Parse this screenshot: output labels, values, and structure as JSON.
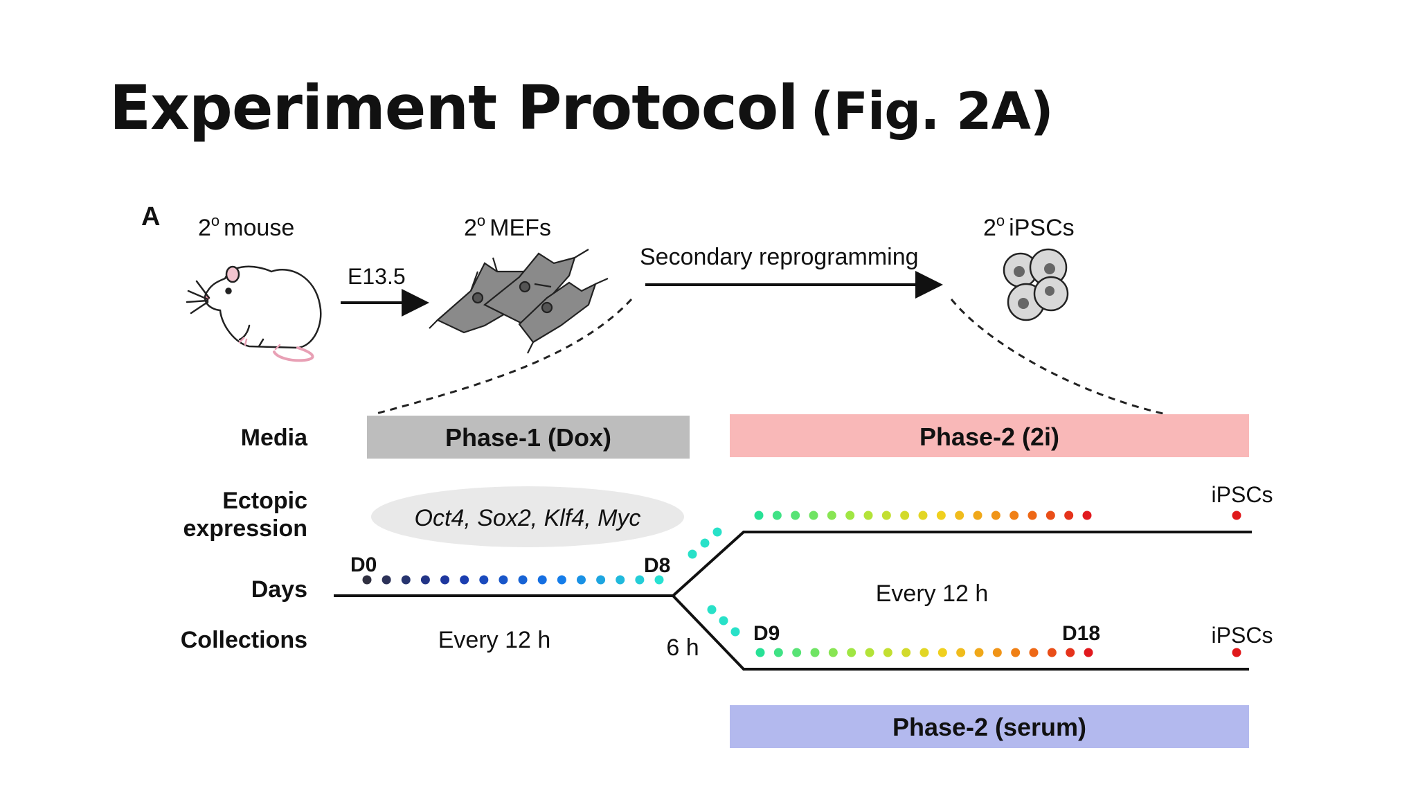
{
  "slide": {
    "title": "Experiment Protocol",
    "title_suffix": "(Fig. 2A)"
  },
  "figure": {
    "panel_letter": "A",
    "mouse_label": "2",
    "mouse_sup": "o",
    "mouse_text": "mouse",
    "mefs_label": "2",
    "mefs_sup": "o",
    "mefs_text": "MEFs",
    "ipscs_top_label": "2",
    "ipscs_top_sup": "o",
    "ipscs_top_text": "iPSCs",
    "arrow1_label": "E13.5",
    "arrow2_label": "Secondary reprogramming",
    "row_labels": {
      "media": "Media",
      "ectopic_1": "Ectopic",
      "ectopic_2": "expression",
      "days": "Days",
      "collections": "Collections"
    },
    "phase1_box": "Phase-1 (Dox)",
    "phase2_2i_box": "Phase-2 (2i)",
    "phase2_serum_box": "Phase-2 (serum)",
    "factors": "Oct4, Sox2, Klf4, Myc",
    "day_d0": "D0",
    "day_d8": "D8",
    "day_d9": "D9",
    "day_d18": "D18",
    "interval_phase1": "Every 12 h",
    "interval_phase2": "Every 12 h",
    "interval_branch": "6 h",
    "end_label_top": "iPSCs",
    "end_label_bottom": "iPSCs",
    "colors": {
      "phase1": "#bdbdbd",
      "phase2_2i": "#f9b8b8",
      "phase2_serum": "#b3b9ee",
      "ellipse": "#e9e9e9",
      "end_dot": "#e0191b"
    },
    "timepoints": {
      "phase1_count": 16,
      "branch_count": 3,
      "phase2_2i_count": 19,
      "phase2_serum_count": 19
    }
  }
}
